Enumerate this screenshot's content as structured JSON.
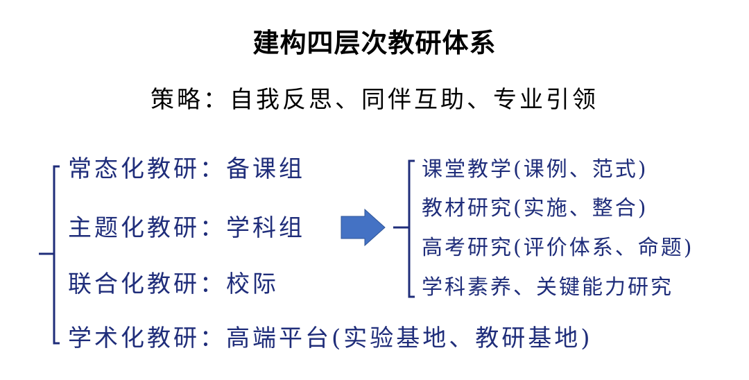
{
  "title": "建构四层次教研体系",
  "strategy": "策略：自我反思、同伴互助、专业引领",
  "levels": [
    {
      "text": "常态化教研：备课组"
    },
    {
      "text": "主题化教研：学科组"
    },
    {
      "text": "联合化教研：校际"
    },
    {
      "text": "学术化教研：高端平台(实验基地、教研基地)"
    }
  ],
  "research_items": [
    {
      "text": "课堂教学(课例、范式)"
    },
    {
      "text": "教材研究(实施、整合)"
    },
    {
      "text": "高考研究(评价体系、命题)"
    },
    {
      "text": "学科素养、关键能力研究"
    }
  ],
  "colors": {
    "title": "#000000",
    "text_blue": "#1f2d7a",
    "bracket": "#1f2d7a",
    "arrow": "#4472c4"
  }
}
